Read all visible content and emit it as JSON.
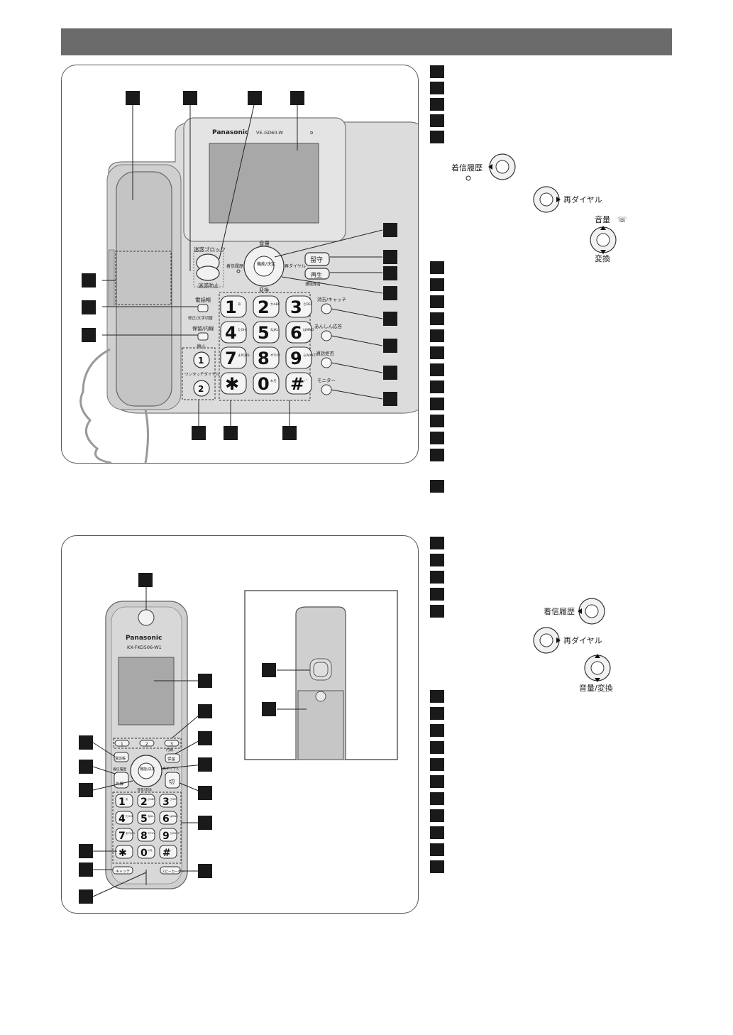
{
  "base_unit": {
    "brand": "Panasonic",
    "model": "VE-GD60-W",
    "buttons": {
      "block": "迷惑ブロック",
      "prevent": "迷惑防止",
      "volume": "音量",
      "history": "着信履歴",
      "enter": "機能/決定",
      "redial": "再ダイヤル",
      "convert": "変換",
      "rusu": "留守",
      "play": "再生",
      "rec": "通話録音",
      "phonebook": "電話帳",
      "correct": "修正/文字切替",
      "hold": "保留/内線",
      "stop": "停止",
      "onetouch": "ワンタッチダイヤル",
      "clear": "消去/キャッチ",
      "anshin": "あんしん応答",
      "reject": "通話拒否",
      "monitor": "モニター"
    },
    "keys": [
      "1",
      "2",
      "3",
      "4",
      "5",
      "6",
      "7",
      "8",
      "9",
      "✱",
      "0",
      "#"
    ],
    "key_subs": [
      "あ",
      "かABC",
      "さDEF",
      "たGHI",
      "なJKL",
      "はMNO",
      "まPQRS",
      "やTUV",
      "らWXYZ",
      "",
      "わを",
      "・ﾟ"
    ],
    "onetouch_keys": [
      "1",
      "2"
    ]
  },
  "handset": {
    "brand": "Panasonic",
    "model": "KX-FKD506-W1",
    "buttons": {
      "phonebook": "電話帳",
      "history": "着信履歴",
      "outside": "外線",
      "enter": "機能/決定",
      "naisen": "内線",
      "hold": "保留",
      "redial": "再ダイヤル",
      "off": "切",
      "volconv": "音量/変換",
      "catch": "キャッチ",
      "speaker": "スピーカーホン"
    },
    "soft_keys": [
      "1",
      "2",
      "3"
    ],
    "keys": [
      "1",
      "2",
      "3",
      "4",
      "5",
      "6",
      "7",
      "8",
      "9",
      "✱",
      "0",
      "#"
    ],
    "key_subs": [
      "あ",
      "かABC",
      "さDEF",
      "たGHI",
      "なJKL",
      "はMNO",
      "まPQRS",
      "やTUV",
      "らWXYZ",
      "",
      "わを",
      "・ﾟ"
    ]
  },
  "side_icons_1": {
    "history": "着信履歴",
    "redial": "再ダイヤル",
    "volume": "音量",
    "convert": "変換"
  },
  "side_icons_2": {
    "history": "着信履歴",
    "redial": "再ダイヤル",
    "volconv": "音量/変換"
  }
}
